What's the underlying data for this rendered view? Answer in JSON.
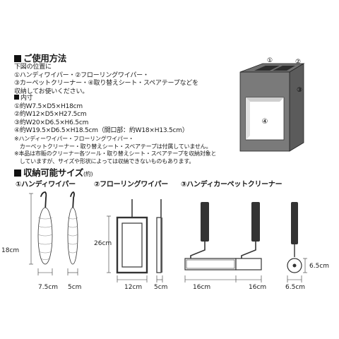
{
  "usage": {
    "title": "ご使用方法",
    "lines": [
      "下図の位置に",
      "①ハンディワイパー・②フローリングワイパー・",
      "③カーペットクリーナー・④取り替えシート・スペアテープなどを",
      "収納してお使いください。"
    ]
  },
  "dimensions": {
    "title": "内寸",
    "lines": [
      "①約W7.5×D5×H18cm",
      "②約W12×D5×H27.5cm",
      "③約W20×D6.5×H6.5cm",
      "④約W19.5×D6.5×H18.5cm（開口部：約W18×H13.5cm）"
    ]
  },
  "notes": [
    "※ハンディーワイパー・フローリングワイパー・",
    "　カーペットクリーナー・取り替えシート・スペアテープは付属していません。",
    "※本品は市販のクリーナー各ツール・取り替えシート・スペアテープを収納対象と",
    "　していますが、サイズや形状によっては収納できないものもあります。"
  ],
  "storage": {
    "title": "収納可能サイズ",
    "suffix": "(約)"
  },
  "diagram_markers": {
    "m1": "①",
    "m2": "②",
    "m3": "③",
    "m4": "④"
  },
  "items": [
    {
      "label": "①ハンディワイパー",
      "height": "18cm",
      "widths": [
        "7.5cm",
        "5cm"
      ]
    },
    {
      "label": "②フローリングワイパー",
      "height": "26cm",
      "widths": [
        "12cm",
        "5cm"
      ]
    },
    {
      "label": "③ハンディカーペットクリーナー",
      "widths": [
        "16cm",
        "16cm",
        "6.5cm"
      ],
      "side": "6.5cm"
    }
  ]
}
